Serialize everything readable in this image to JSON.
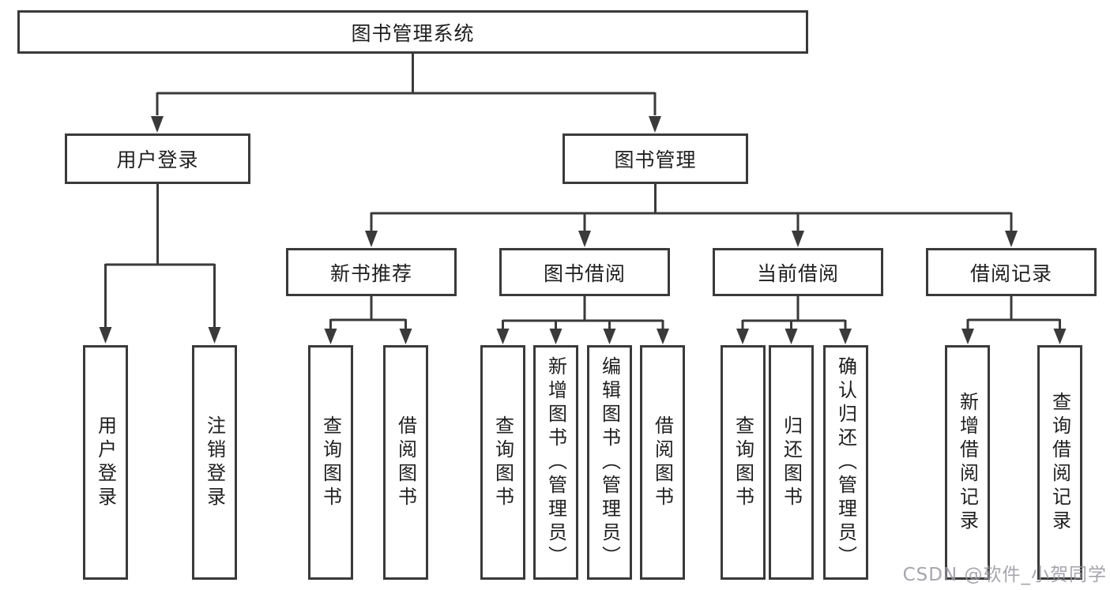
{
  "tree": {
    "root": {
      "label": "图书管理系统",
      "children": {
        "user_login": {
          "label": "用户登录",
          "children": [
            "用户登录",
            "注销登录"
          ]
        },
        "book_mgmt": {
          "label": "图书管理",
          "children": {
            "new_books": {
              "label": "新书推荐",
              "children": [
                "查询图书",
                "借阅图书"
              ]
            },
            "borrow": {
              "label": "图书借阅",
              "children": [
                "查询图书",
                "新增图书（管理员）",
                "编辑图书（管理员）",
                "借阅图书"
              ]
            },
            "current": {
              "label": "当前借阅",
              "children": [
                "查询图书",
                "归还图书",
                "确认归还（管理员）"
              ]
            },
            "records": {
              "label": "借阅记录",
              "children": [
                "新增借阅记录",
                "查询借阅记录"
              ]
            }
          }
        }
      }
    }
  },
  "watermark": {
    "text": "CSDN @软件_小贺同学"
  },
  "colors": {
    "line": "#3a3a3a",
    "text": "#1f1f1f",
    "background": "#ffffff",
    "watermark": "#96969e"
  }
}
